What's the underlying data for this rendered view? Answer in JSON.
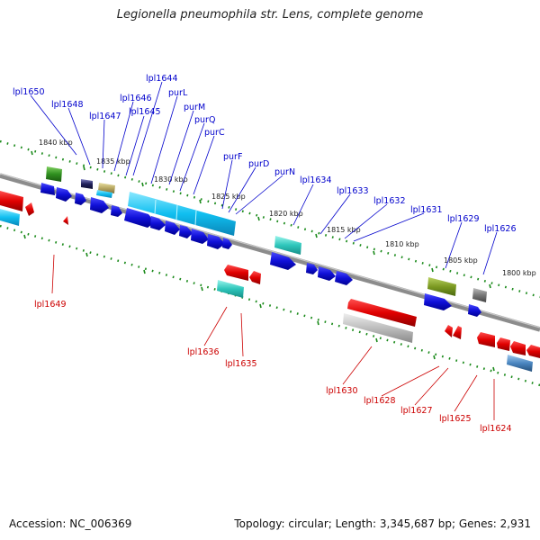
{
  "title": "Legionella pneumophila str. Lens, complete genome",
  "footer": {
    "accession": "Accession: NC_006369",
    "summary": "Topology: circular; Length: 3,345,687 bp; Genes: 2,931"
  },
  "colors": {
    "forward_gene": "#1010d8",
    "reverse_gene": "#e00000",
    "label_forward": "#0000cc",
    "label_reverse": "#cc0000",
    "backbone": "#8c8c8c",
    "ticks": "#1a8a1a"
  },
  "kbp_labels": [
    "1840 kbp",
    "1835 kbp",
    "1830 kbp",
    "1825 kbp",
    "1820 kbp",
    "1815 kbp",
    "1810 kbp",
    "1805 kbp",
    "1800 kbp"
  ],
  "top_labels": [
    "lpl1650",
    "lpl1648",
    "lpl1647",
    "lpl1646",
    "lpl1645",
    "lpl1644",
    "purL",
    "purM",
    "purQ",
    "purC",
    "purF",
    "purD",
    "purN",
    "lpl1634",
    "lpl1633",
    "lpl1632",
    "lpl1631",
    "lpl1629",
    "lpl1626"
  ],
  "bottom_labels": [
    "lpl1649",
    "lpl1636",
    "lpl1635",
    "lpl1630",
    "lpl1628",
    "lpl1627",
    "lpl1625",
    "lpl1624"
  ]
}
